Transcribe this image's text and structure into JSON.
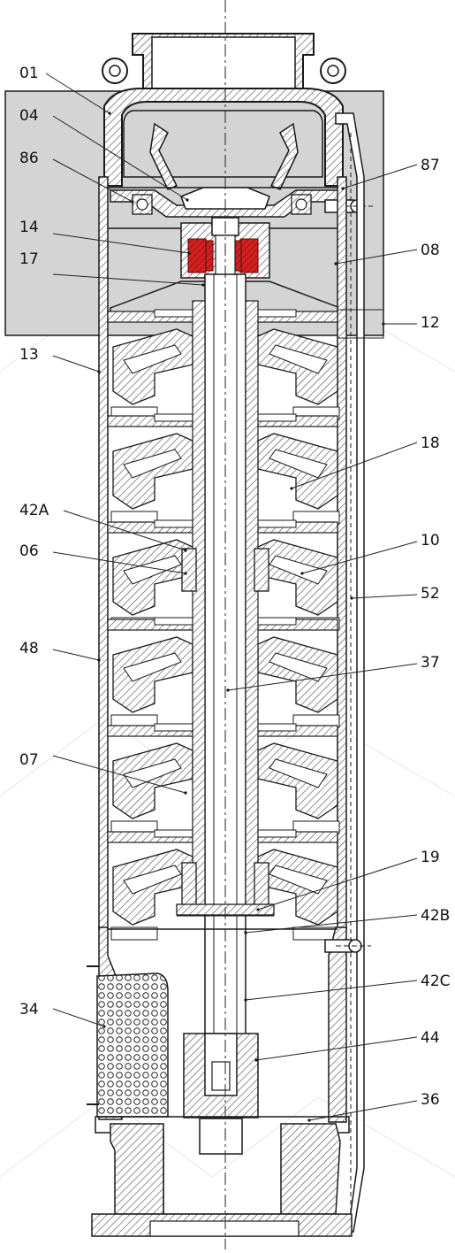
{
  "colors": {
    "background": "#ffffff",
    "highlight_panel": "#d4d4d4",
    "line": "#1a1a1a",
    "seal_red": "#d42020",
    "hatch": "#555555"
  },
  "callouts": [
    {
      "id": "01",
      "text": "01"
    },
    {
      "id": "04",
      "text": "04"
    },
    {
      "id": "86",
      "text": "86"
    },
    {
      "id": "14",
      "text": "14"
    },
    {
      "id": "17",
      "text": "17"
    },
    {
      "id": "13",
      "text": "13"
    },
    {
      "id": "42A",
      "text": "42A"
    },
    {
      "id": "06",
      "text": "06"
    },
    {
      "id": "48",
      "text": "48"
    },
    {
      "id": "07",
      "text": "07"
    },
    {
      "id": "34",
      "text": "34"
    },
    {
      "id": "87",
      "text": "87"
    },
    {
      "id": "08",
      "text": "08"
    },
    {
      "id": "12",
      "text": "12"
    },
    {
      "id": "18",
      "text": "18"
    },
    {
      "id": "10",
      "text": "10"
    },
    {
      "id": "52",
      "text": "52"
    },
    {
      "id": "37",
      "text": "37"
    },
    {
      "id": "19",
      "text": "19"
    },
    {
      "id": "42B",
      "text": "42B"
    },
    {
      "id": "42C",
      "text": "42C"
    },
    {
      "id": "44",
      "text": "44"
    },
    {
      "id": "36",
      "text": "36"
    }
  ]
}
